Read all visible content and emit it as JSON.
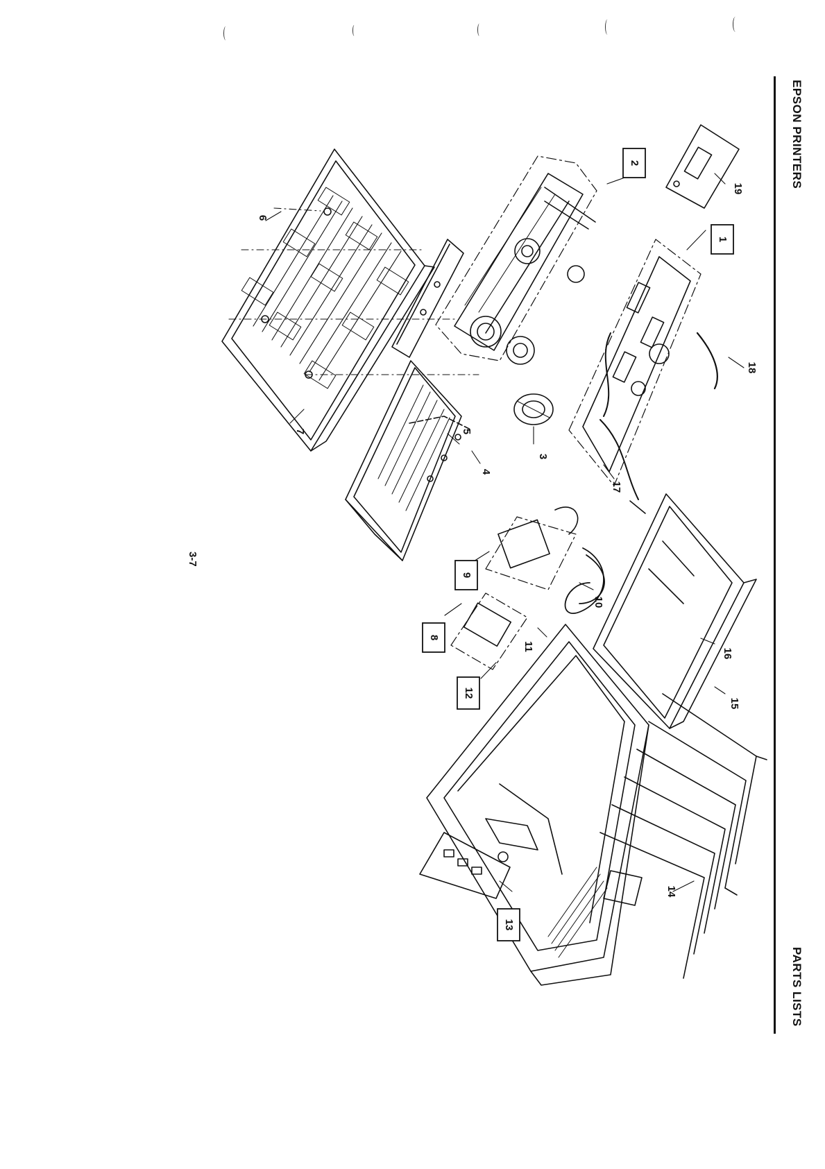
{
  "header": {
    "left_title": "EPSON PRINTERS",
    "right_title": "PARTS LISTS"
  },
  "page_number": "3-7",
  "diagram": {
    "callouts": [
      {
        "id": "1",
        "boxed": true
      },
      {
        "id": "2",
        "boxed": true
      },
      {
        "id": "3",
        "boxed": false
      },
      {
        "id": "4",
        "boxed": false
      },
      {
        "id": "5",
        "boxed": false
      },
      {
        "id": "6",
        "boxed": false
      },
      {
        "id": "7",
        "boxed": false
      },
      {
        "id": "8",
        "boxed": true
      },
      {
        "id": "9",
        "boxed": true
      },
      {
        "id": "10",
        "boxed": false
      },
      {
        "id": "11",
        "boxed": false
      },
      {
        "id": "12",
        "boxed": true
      },
      {
        "id": "13",
        "boxed": true
      },
      {
        "id": "14",
        "boxed": false
      },
      {
        "id": "15",
        "boxed": false
      },
      {
        "id": "16",
        "boxed": false
      },
      {
        "id": "17",
        "boxed": false
      },
      {
        "id": "18",
        "boxed": false
      },
      {
        "id": "19",
        "boxed": false
      }
    ]
  }
}
